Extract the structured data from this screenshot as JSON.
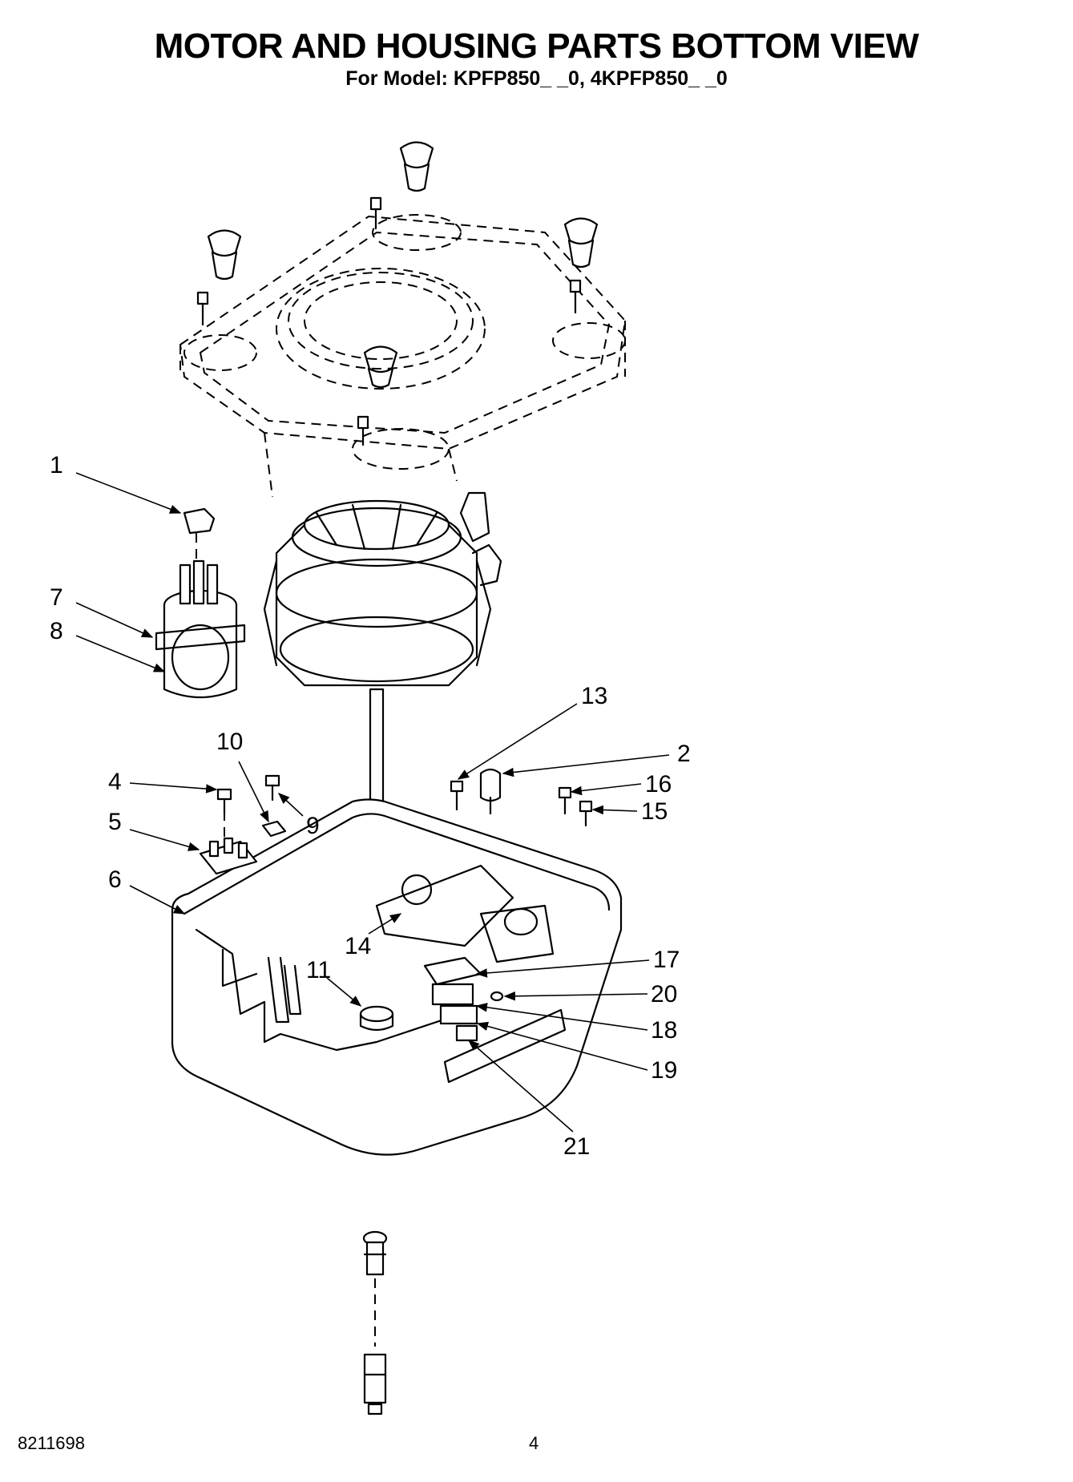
{
  "header": {
    "title": "MOTOR AND HOUSING PARTS  BOTTOM VIEW",
    "model_line": "For Model: KPFP850_ _0, 4KPFP850_ _0"
  },
  "footer": {
    "doc_number": "8211698",
    "page_number": "4"
  },
  "callouts": [
    {
      "id": "c1",
      "label": "1"
    },
    {
      "id": "c2",
      "label": "2"
    },
    {
      "id": "c4",
      "label": "4"
    },
    {
      "id": "c5",
      "label": "5"
    },
    {
      "id": "c6",
      "label": "6"
    },
    {
      "id": "c7",
      "label": "7"
    },
    {
      "id": "c8",
      "label": "8"
    },
    {
      "id": "c9",
      "label": "9"
    },
    {
      "id": "c10",
      "label": "10"
    },
    {
      "id": "c11",
      "label": "11"
    },
    {
      "id": "c13",
      "label": "13"
    },
    {
      "id": "c14",
      "label": "14"
    },
    {
      "id": "c15",
      "label": "15"
    },
    {
      "id": "c16",
      "label": "16"
    },
    {
      "id": "c17",
      "label": "17"
    },
    {
      "id": "c18",
      "label": "18"
    },
    {
      "id": "c19",
      "label": "19"
    },
    {
      "id": "c20",
      "label": "20"
    },
    {
      "id": "c21",
      "label": "21"
    }
  ]
}
